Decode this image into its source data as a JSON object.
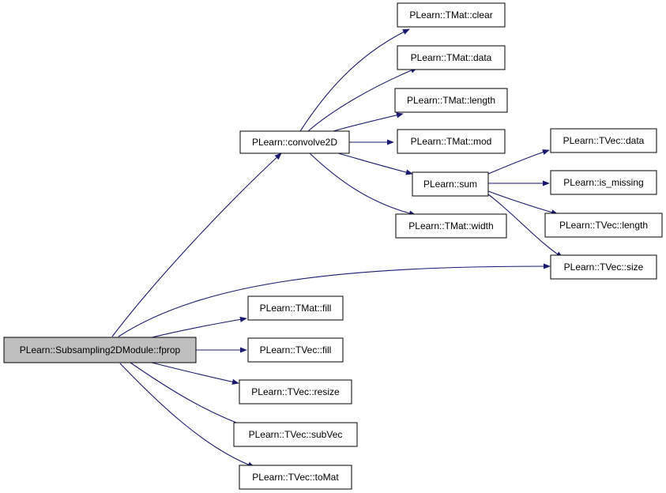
{
  "colors": {
    "edge": "#191970",
    "root_fill": "#bfbfbf",
    "node_fill": "#ffffff",
    "border": "#000000"
  },
  "nodes": {
    "root": "PLearn::Subsampling2DModule::fprop",
    "convolve2D": "PLearn::convolve2D",
    "tmat_clear": "PLearn::TMat::clear",
    "tmat_data": "PLearn::TMat::data",
    "tmat_length": "PLearn::TMat::length",
    "tmat_mod": "PLearn::TMat::mod",
    "sum": "PLearn::sum",
    "tmat_width": "PLearn::TMat::width",
    "tvec_data": "PLearn::TVec::data",
    "is_missing": "PLearn::is_missing",
    "tvec_length": "PLearn::TVec::length",
    "tvec_size": "PLearn::TVec::size",
    "tmat_fill": "PLearn::TMat::fill",
    "tvec_fill": "PLearn::TVec::fill",
    "tvec_resize": "PLearn::TVec::resize",
    "tvec_subvec": "PLearn::TVec::subVec",
    "tvec_tomat": "PLearn::TVec::toMat"
  }
}
